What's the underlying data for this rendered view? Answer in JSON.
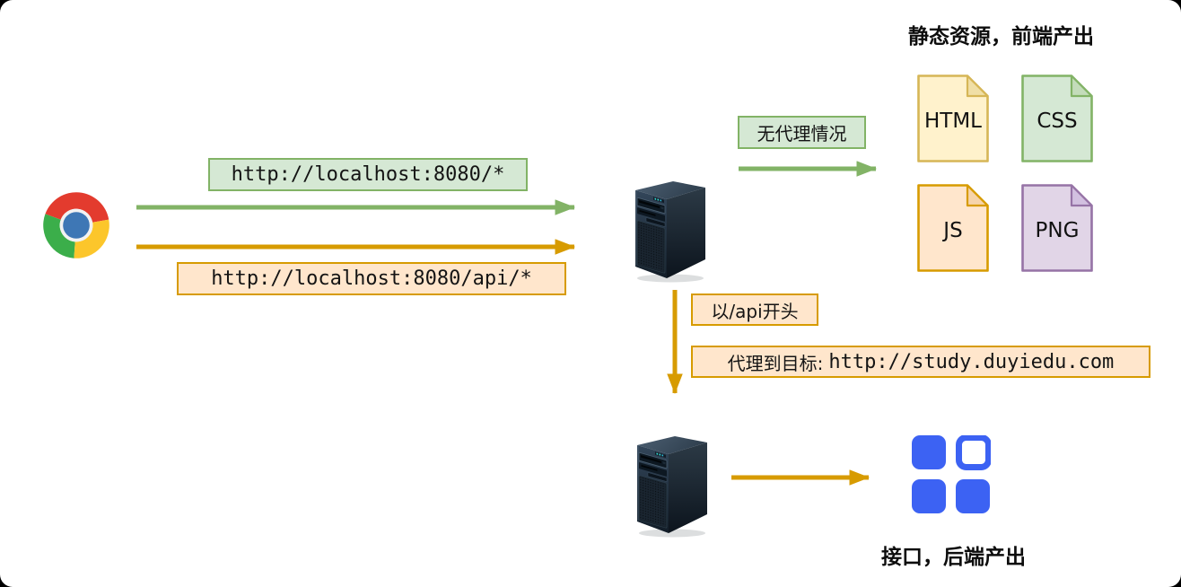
{
  "canvas": {
    "background": "#ffffff",
    "outer_background": "#000000"
  },
  "colors": {
    "green": "#82b366",
    "green_fill": "#d5e8d4",
    "orange": "#d79b00",
    "orange_fill": "#ffe6cc",
    "yellow": "#d6b656",
    "yellow_fill": "#fff2cc",
    "purple": "#9673a6",
    "purple_fill": "#e1d5e7",
    "api_blue": "#3c62f3",
    "text": "#141414"
  },
  "browser": {
    "icon": "chrome-browser-icon"
  },
  "requests": {
    "all_request": {
      "label": "http://localhost:8080/*",
      "color": "#82b366"
    },
    "api_request": {
      "label": "http://localhost:8080/api/*",
      "color": "#d79b00"
    }
  },
  "dev_server": {
    "icon": "server-tower-icon"
  },
  "static_flow": {
    "arrow_label": "无代理情况",
    "section_title": "静态资源，前端产出",
    "files": [
      {
        "name": "HTML",
        "theme": "yellow"
      },
      {
        "name": "CSS",
        "theme": "green"
      },
      {
        "name": "JS",
        "theme": "orange"
      },
      {
        "name": "PNG",
        "theme": "purple"
      }
    ]
  },
  "proxy_flow": {
    "rule_label": "以/api开头",
    "target_label_prefix": "代理到目标:",
    "target_url": "http://study.duyiedu.com",
    "backend_server_icon": "server-tower-icon",
    "api_icon": "api-grid-icon",
    "section_title": "接口，后端产出"
  }
}
